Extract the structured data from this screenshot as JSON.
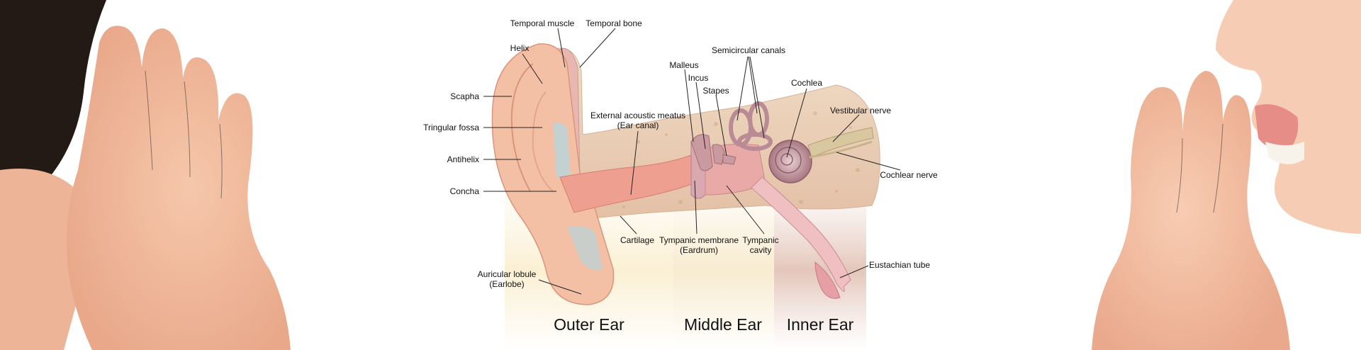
{
  "labels": {
    "temporal_muscle": "Temporal muscle",
    "temporal_bone": "Temporal bone",
    "helix": "Helix",
    "scapha": "Scapha",
    "triangular_fossa": "Tringular fossa",
    "antihelix": "Antihelix",
    "concha": "Concha",
    "auricular_lobule_1": "Auricular lobule",
    "auricular_lobule_2": "(Earlobe)",
    "ext_meatus_1": "External acoustic meatus",
    "ext_meatus_2": "(Ear canal)",
    "cartilage": "Cartilage",
    "malleus": "Malleus",
    "incus": "Incus",
    "stapes": "Stapes",
    "semicircular_canals": "Semicircular canals",
    "cochlea": "Cochlea",
    "vestibular_nerve": "Vestibular nerve",
    "cochlear_nerve": "Cochlear nerve",
    "tympanic_membrane_1": "Tympanic membrane",
    "tympanic_membrane_2": "(Eardrum)",
    "tympanic_cavity_1": "Tympanic",
    "tympanic_cavity_2": "cavity",
    "eustachian_tube": "Eustachian tube"
  },
  "sections": {
    "outer": "Outer Ear",
    "middle": "Middle Ear",
    "inner": "Inner Ear"
  },
  "colors": {
    "skin": "#f4c4a8",
    "bone": "#ecd2bc",
    "outer_band": "#fbf0d4",
    "middle_band": "#f8ecd0",
    "inner_band": "#ecd6cc",
    "ossicle": "#c99aa0",
    "cochlea": "#b98b95"
  }
}
